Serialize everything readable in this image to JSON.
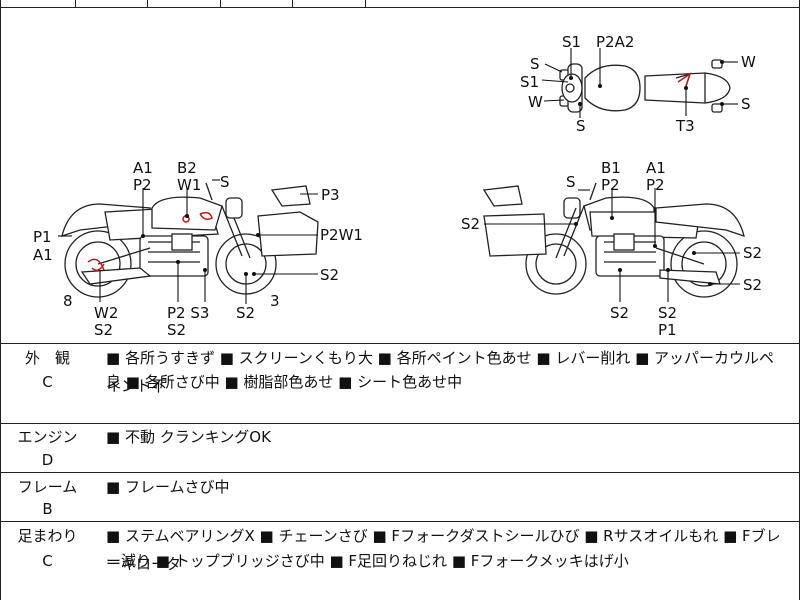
{
  "diagram": {
    "top_view_labels": {
      "s1_top": "S1",
      "p2a2": "P2A2",
      "s_left": "S",
      "s1_left": "S1",
      "w_left": "W",
      "s_bottom": "S",
      "w_right": "W",
      "s_right": "S",
      "t3": "T3"
    },
    "left_side_labels": {
      "a1_top": "A1",
      "p2_top": "P2",
      "b2": "B2",
      "w1": "W1",
      "s_top": "S",
      "p3": "P3",
      "p1": "P1",
      "a1_left": "A1",
      "p2w1": "P2W1",
      "s2_right": "S2",
      "num_8": "8",
      "num_3": "3",
      "w2": "W2",
      "s2_bl": "S2",
      "p2s3": "P2 S3",
      "s2_bc": "S2",
      "s2_bm": "S2"
    },
    "right_side_labels": {
      "b1": "B1",
      "p2_top": "P2",
      "a1": "A1",
      "p2_a": "P2",
      "s_top": "S",
      "s2_left": "S2",
      "s2_r1": "S2",
      "s2_r2": "S2",
      "s2_bottom": "S2",
      "s2_b2": "S2",
      "p1": "P1"
    }
  },
  "sections": [
    {
      "name": "外　観",
      "grade": "C",
      "line1": "■ 各所うすきず ■ スクリーンくもり大 ■ 各所ペイント色あせ ■ レバー削れ ■ アッパーカウルペイント不",
      "line2": "良 ■ 各所さび中 ■ 樹脂部色あせ ■ シート色あせ中"
    },
    {
      "name": "エンジン",
      "grade": "D",
      "line1": "■ 不動 クランキングOK",
      "line2": ""
    },
    {
      "name": "フレーム",
      "grade": "B",
      "line1": "■ フレームさび中",
      "line2": ""
    },
    {
      "name": "足まわり",
      "grade": "C",
      "line1": "■ ステムベアリングX ■ チェーンさび ■ Fフォークダストシールひび ■ Rサスオイルもれ ■ Fブレーキロータ",
      "line2": "ー減り ■ トップブリッジさび中 ■ F足回りねじれ ■ Fフォークメッキはげ小"
    }
  ]
}
